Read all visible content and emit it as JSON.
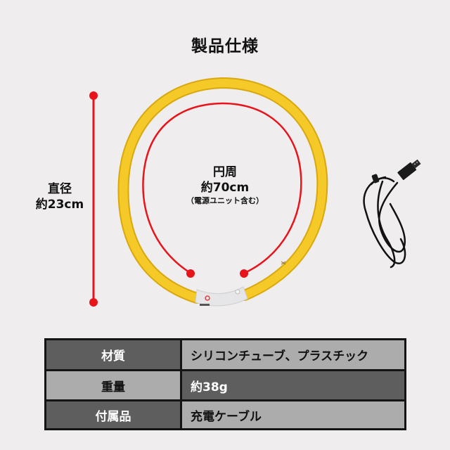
{
  "title": "製品仕様",
  "diagram": {
    "diameter": {
      "label": "直径",
      "value": "約23cm"
    },
    "circumference": {
      "label": "円周",
      "value": "約70cm",
      "note": "（電源ユニット含む）"
    },
    "colors": {
      "ring": "#f2c521",
      "ring_edge": "#d9a80f",
      "measure_line": "#e8141c",
      "power_unit": "#e6e6e8",
      "cable": "#111111"
    }
  },
  "specs": {
    "rows": [
      {
        "key": "材質",
        "value": "シリコンチューブ、プラスチック"
      },
      {
        "key": "重量",
        "value": "約38g"
      },
      {
        "key": "付属品",
        "value": "充電ケーブル"
      }
    ]
  }
}
